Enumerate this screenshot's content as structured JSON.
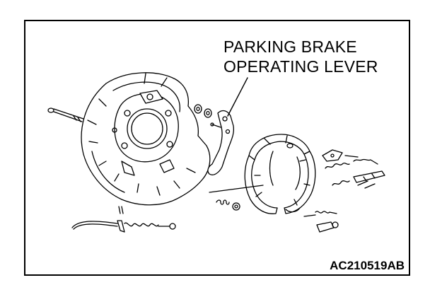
{
  "callout": {
    "line1": "PARKING BRAKE",
    "line2": "OPERATING LEVER"
  },
  "figure_code": "AC210519AB",
  "colors": {
    "ink": "#000000",
    "paper": "#ffffff"
  }
}
